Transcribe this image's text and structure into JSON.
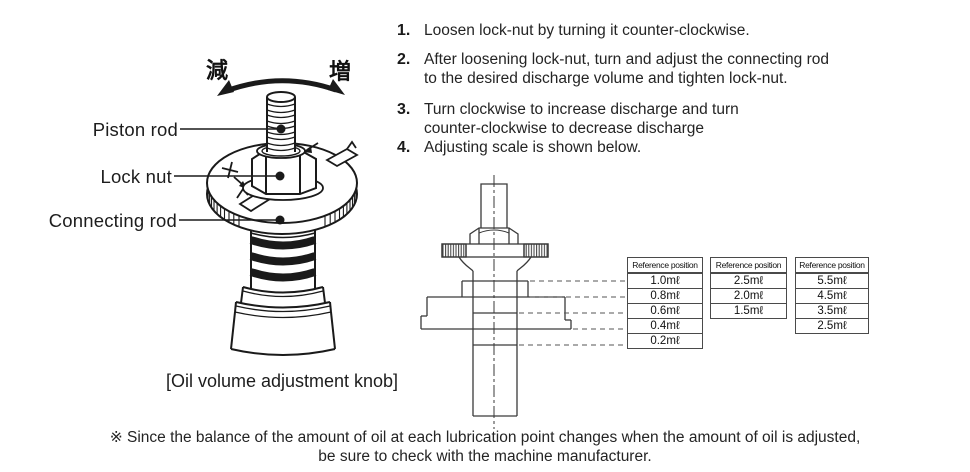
{
  "illustration": {
    "decrease_label": "減",
    "increase_label": "増",
    "labels": {
      "piston_rod": "Piston rod",
      "lock_nut": "Lock nut",
      "connecting_rod": "Connecting rod"
    },
    "caption": "[Oil volume adjustment knob]"
  },
  "instructions": {
    "items": [
      {
        "num": "1.",
        "lines": [
          "Loosen lock-nut by turning it counter-clockwise."
        ]
      },
      {
        "num": "2.",
        "lines": [
          "After loosening lock-nut, turn and adjust the connecting rod",
          "to the desired discharge volume and tighten lock-nut."
        ]
      },
      {
        "num": "3.",
        "lines": [
          "Turn clockwise to increase discharge and turn",
          "counter-clockwise to decrease discharge"
        ]
      },
      {
        "num": "4.",
        "lines": [
          "Adjusting scale is shown below."
        ]
      }
    ]
  },
  "scale_tables": [
    {
      "header": "Reference position",
      "rows": [
        "1.0mℓ",
        "0.8mℓ",
        "0.6mℓ",
        "0.4mℓ",
        "0.2mℓ"
      ]
    },
    {
      "header": "Reference position",
      "rows": [
        "2.5mℓ",
        "2.0mℓ",
        "1.5mℓ"
      ]
    },
    {
      "header": "Reference position",
      "rows": [
        "5.5mℓ",
        "4.5mℓ",
        "3.5mℓ",
        "2.5mℓ"
      ]
    }
  ],
  "footnote": {
    "lines": [
      "※ Since the balance of the amount of oil at each lubrication point changes when the amount of oil is adjusted,",
      "be sure to check with the machine manufacturer."
    ]
  },
  "colors": {
    "ink": "#1f1f1f",
    "drawing_line": "#1a1a1a",
    "cad_line": "#3a3a3a",
    "table_border": "#4a4a4a"
  }
}
